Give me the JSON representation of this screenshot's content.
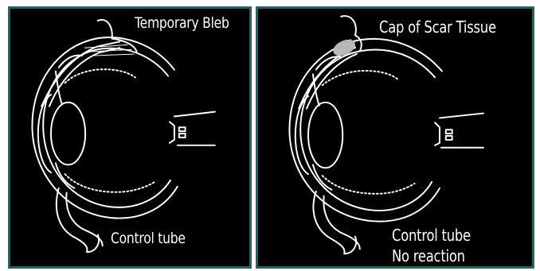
{
  "panels": [
    {
      "top_label": "Temporary Bleb",
      "bottom_label": [
        "Control tube"
      ]
    },
    {
      "top_label": "Cap of Scar Tissue",
      "bottom_label": [
        "Control tube",
        "No reaction"
      ]
    }
  ],
  "colors": {
    "panel_background": "#000000",
    "panel_border": "#2f5f63",
    "line": "#ffffff",
    "scar_tissue": "#b8b8b8"
  }
}
